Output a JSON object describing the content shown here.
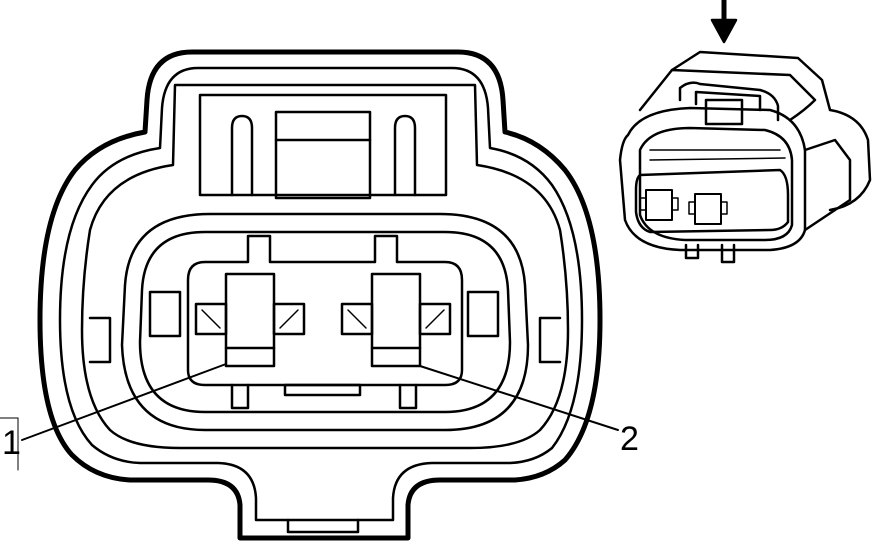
{
  "callouts": [
    {
      "id": "1",
      "text": "1",
      "terminal": "left"
    },
    {
      "id": "2",
      "text": "2",
      "terminal": "right"
    }
  ],
  "colors": {
    "line": "#000000",
    "background": "#ffffff"
  },
  "icons": {
    "view_arrow": "down-arrow-icon"
  }
}
